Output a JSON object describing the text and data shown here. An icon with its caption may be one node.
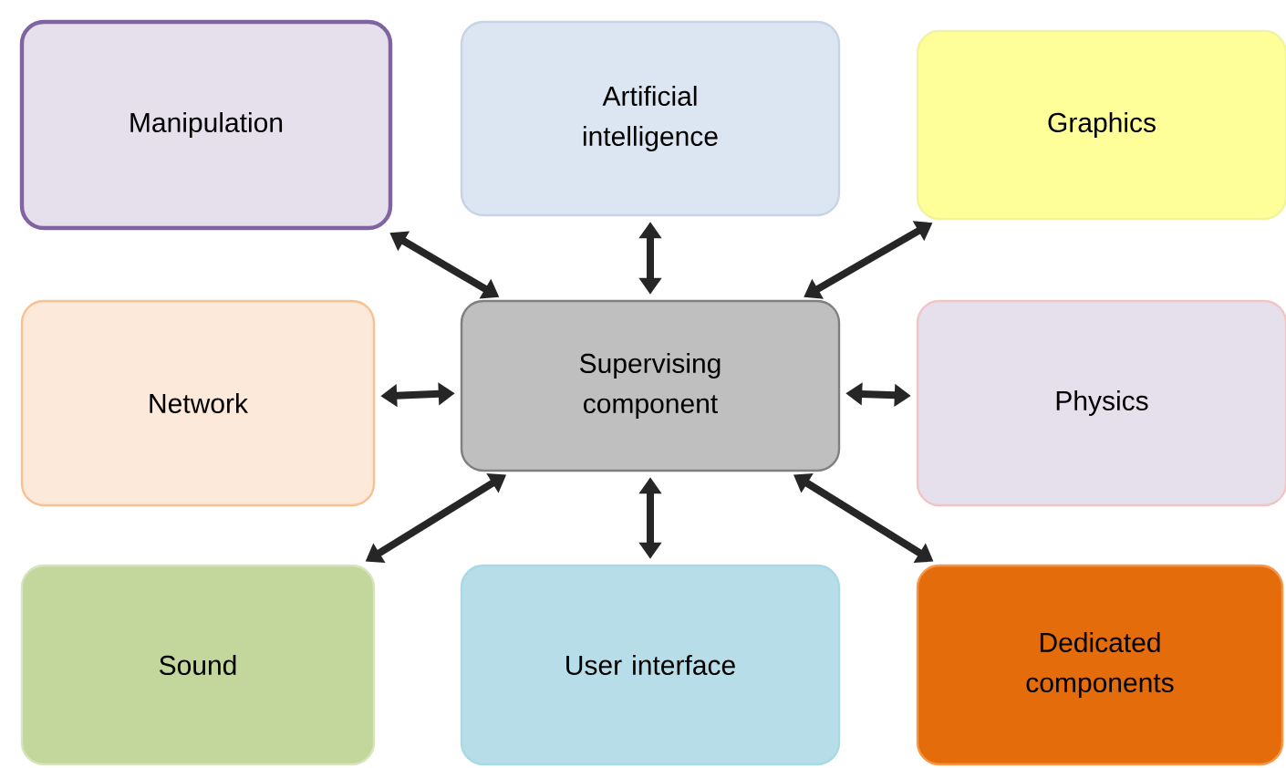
{
  "diagram": {
    "nodes": [
      {
        "text": [
          "Manipulation"
        ]
      },
      {
        "text": [
          "Artificial intelligence"
        ]
      },
      {
        "text": [
          "Graphics"
        ]
      },
      {
        "text": [
          "Network"
        ]
      },
      {
        "text": [
          "Supervising component"
        ]
      },
      {
        "text": [
          "Physics"
        ]
      },
      {
        "text": [
          "Sound"
        ]
      },
      {
        "text": [
          "User interface"
        ]
      },
      {
        "text": [
          "Dedicated components"
        ]
      }
    ],
    "edges": [
      {
        "from": 4,
        "to": 0,
        "arrow": "both"
      },
      {
        "from": 4,
        "to": 1,
        "arrow": "both"
      },
      {
        "from": 4,
        "to": 2,
        "arrow": "both"
      },
      {
        "from": 4,
        "to": 3,
        "arrow": "both"
      },
      {
        "from": 4,
        "to": 5,
        "arrow": "both"
      },
      {
        "from": 4,
        "to": 6,
        "arrow": "both"
      },
      {
        "from": 4,
        "to": 7,
        "arrow": "both"
      },
      {
        "from": 4,
        "to": 8,
        "arrow": "both"
      }
    ]
  }
}
